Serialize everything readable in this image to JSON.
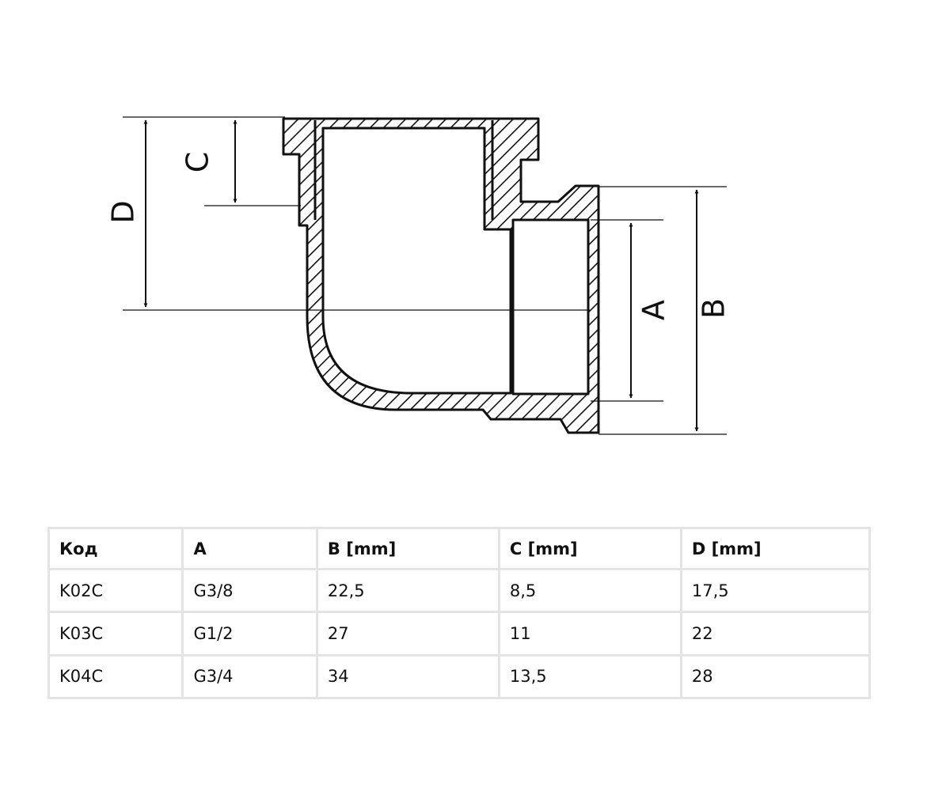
{
  "drawing": {
    "labels": {
      "a": "A",
      "b": "B",
      "c": "C",
      "d": "D"
    }
  },
  "table": {
    "headers": [
      "Код",
      "A",
      "B [mm]",
      "C [mm]",
      "D [mm]"
    ],
    "rows": [
      [
        "K02C",
        "G3/8",
        "22,5",
        "8,5",
        "17,5"
      ],
      [
        "K03C",
        "G1/2",
        "27",
        "11",
        "22"
      ],
      [
        "K04C",
        "G3/4",
        "34",
        "13,5",
        "28"
      ]
    ]
  }
}
